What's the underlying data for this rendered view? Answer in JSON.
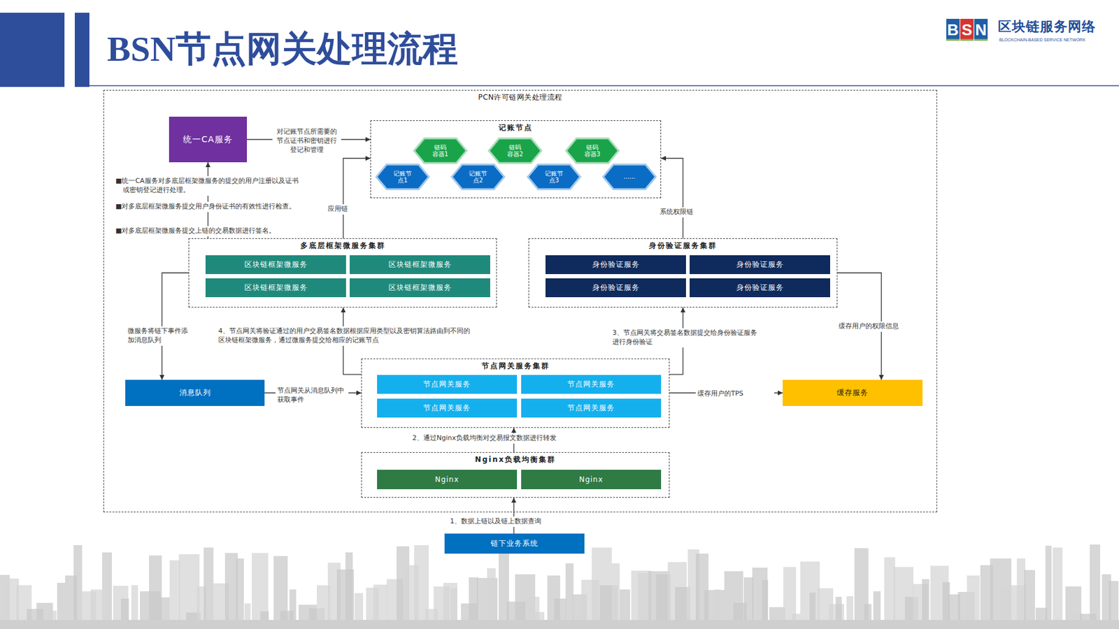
{
  "diagram": {
    "title": "BSN节点网关处理流程",
    "nodes": [
      {
        "text": [
          "PCN许可链网关处理流程"
        ]
      },
      {
        "text": [
          "统一CA服务"
        ],
        "in": 0
      },
      {
        "text": [
          "记账节点"
        ],
        "in": 0
      },
      {
        "text": [
          "链码 容器1"
        ],
        "in": 2
      },
      {
        "text": [
          "链码 容器2"
        ],
        "in": 2
      },
      {
        "text": [
          "链码 容器3"
        ],
        "in": 2
      },
      {
        "text": [
          "记账节 点1"
        ],
        "in": 2
      },
      {
        "text": [
          "记账节 点2"
        ],
        "in": 2
      },
      {
        "text": [
          "记账节 点3"
        ],
        "in": 2
      },
      {
        "text": [
          "......"
        ],
        "in": 2
      },
      {
        "text": [
          "多底层框架微服务集群"
        ],
        "in": 0
      },
      {
        "text": [
          "区块链框架微服务"
        ],
        "in": 10
      },
      {
        "text": [
          "区块链框架微服务"
        ],
        "in": 10
      },
      {
        "text": [
          "区块链框架微服务"
        ],
        "in": 10
      },
      {
        "text": [
          "区块链框架微服务"
        ],
        "in": 10
      },
      {
        "text": [
          "身份验证服务集群"
        ],
        "in": 0
      },
      {
        "text": [
          "身份验证服务"
        ],
        "in": 15
      },
      {
        "text": [
          "身份验证服务"
        ],
        "in": 15
      },
      {
        "text": [
          "身份验证服务"
        ],
        "in": 15
      },
      {
        "text": [
          "身份验证服务"
        ],
        "in": 15
      },
      {
        "text": [
          "消息队列"
        ],
        "in": 0
      },
      {
        "text": [
          "节点网关服务集群"
        ],
        "in": 0
      },
      {
        "text": [
          "节点网关服务"
        ],
        "in": 21
      },
      {
        "text": [
          "节点网关服务"
        ],
        "in": 21
      },
      {
        "text": [
          "节点网关服务"
        ],
        "in": 21
      },
      {
        "text": [
          "节点网关服务"
        ],
        "in": 21
      },
      {
        "text": [
          "缓存服务"
        ],
        "in": 0
      },
      {
        "text": [
          "Nginx负载均衡集群"
        ],
        "in": 0
      },
      {
        "text": [
          "Nginx"
        ],
        "in": 27
      },
      {
        "text": [
          "Nginx"
        ],
        "in": 27
      },
      {
        "text": [
          "链下业务系统"
        ]
      }
    ],
    "edges": [
      {
        "from": 1,
        "to": 2,
        "arrow": "to",
        "label": "对记账节点所需要的节点证书和密钥进行登记和管理"
      },
      {
        "from": 10,
        "to": 1,
        "arrow": "to"
      },
      {
        "from": 10,
        "to": 2,
        "arrow": "to",
        "label": "应用链"
      },
      {
        "from": 15,
        "to": 2,
        "arrow": "to",
        "label": "系统权限链"
      },
      {
        "from": 10,
        "to": 20,
        "arrow": "to",
        "label": "微服务将链下事件添加消息队列"
      },
      {
        "from": 20,
        "to": 21,
        "arrow": "to",
        "label": "节点网关从消息队列中获取事件"
      },
      {
        "from": 21,
        "to": 10,
        "arrow": "to",
        "label": "4、节点网关将验证通过的用户交易签名数据根据应用类型以及密钥算法路由到不同的区块链框架微服务，通过微服务提交给相应的记账节点"
      },
      {
        "from": 21,
        "to": 15,
        "arrow": "to",
        "label": "3、节点网关将交易签名数据提交给身份验证服务进行身份验证"
      },
      {
        "from": 21,
        "to": 26,
        "arrow": "to",
        "label": "缓存用户的TPS"
      },
      {
        "from": 15,
        "to": 26,
        "arrow": "to",
        "label": "缓存用户的权限信息"
      },
      {
        "from": 27,
        "to": 21,
        "arrow": "to",
        "label": "2、通过Nginx负载均衡对交易报文数据进行转发"
      },
      {
        "from": 30,
        "to": 27,
        "arrow": "to",
        "label": "1、数据上链以及链上数据查询"
      }
    ],
    "labels": [
      "■统一CA服务对多底层框架微服务的提交的用户注册以及证书或密钥登记进行处理。",
      "■对多底层框架微服务提交用户身份证书的有效性进行检查。",
      "■对多底层框架微服务提交上链的交易数据进行签名。",
      "B",
      "S",
      "N",
      "区块链服务网络",
      "BLOCKCHAIN-BASED SERVICE NETWORK"
    ]
  }
}
